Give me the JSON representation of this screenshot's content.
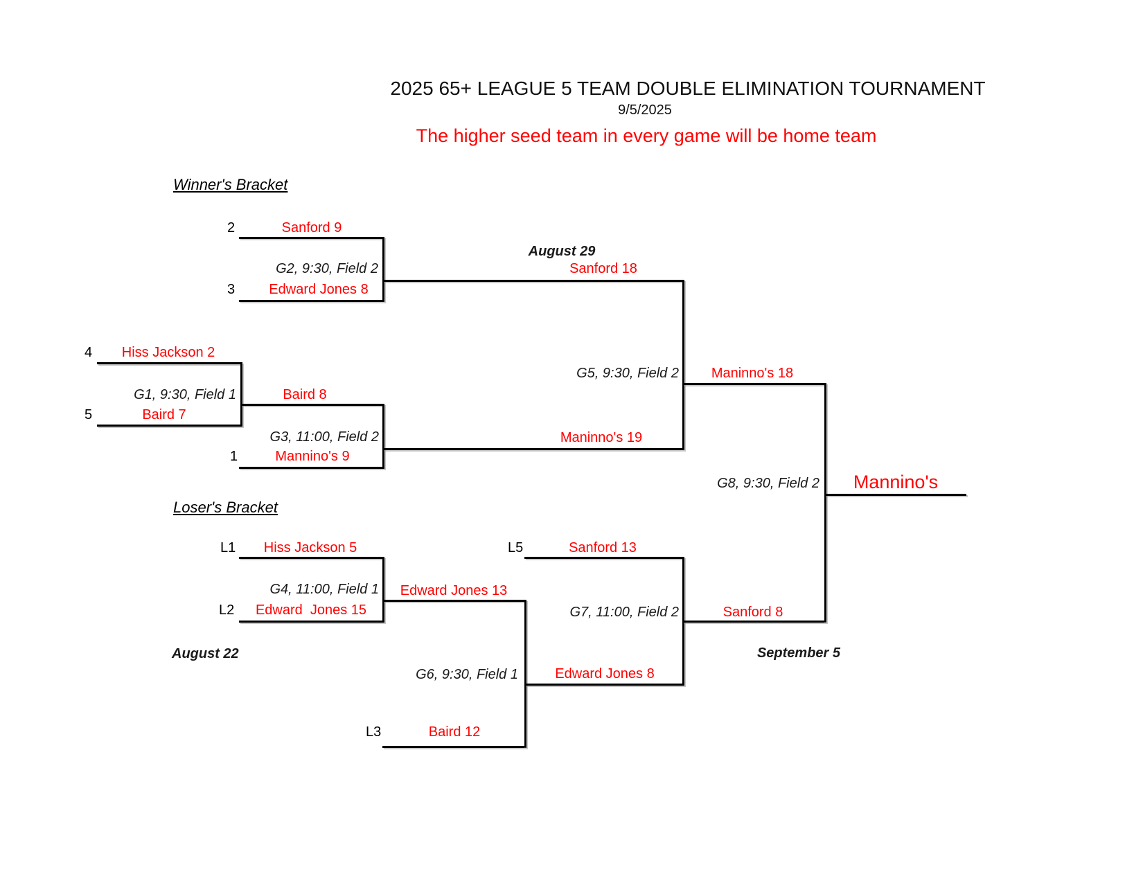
{
  "header": {
    "title": "2025 65+ LEAGUE 5 TEAM DOUBLE ELIMINATION TOURNAMENT",
    "date": "9/5/2025",
    "subtitle": "The higher seed team in every game will be home team"
  },
  "colors": {
    "team_text": "#ff0000",
    "line": "#000000"
  },
  "winners": {
    "heading": "Winner's Bracket",
    "g2": {
      "top_seed": "2",
      "top_team": "Sanford 9",
      "label": "G2, 9:30, Field 2",
      "bottom_seed": "3",
      "bottom_team": "Edward Jones 8",
      "date_note": "August 29",
      "winner": "Sanford 18"
    },
    "g1": {
      "top_seed": "4",
      "top_team": "Hiss Jackson 2",
      "label": "G1, 9:30, Field 1",
      "bottom_seed": "5",
      "bottom_team": "Baird 7",
      "winner": "Baird 8"
    },
    "g3": {
      "label": "G3, 11:00, Field 2",
      "bottom_seed": "1",
      "bottom_team": "Mannino's 9",
      "winner": "Maninno's 19"
    },
    "g5": {
      "label": "G5, 9:30, Field 2",
      "winner": "Maninno's 18"
    }
  },
  "losers": {
    "heading": "Loser's Bracket",
    "date_note": "August 22",
    "g4": {
      "top_seed": "L1",
      "top_team": "Hiss Jackson 5",
      "label": "G4, 11:00, Field 1",
      "bottom_seed": "L2",
      "bottom_team": "Edward  Jones 15",
      "winner": "Edward Jones 13"
    },
    "g6": {
      "label": "G6, 9:30, Field 1",
      "bottom_seed": "L3",
      "bottom_team": "Baird 12",
      "winner": "Edward Jones 8"
    },
    "g7": {
      "top_seed": "L5",
      "top_team": "Sanford 13",
      "label": "G7, 11:00, Field 2",
      "winner": "Sanford 8",
      "date_note": "September 5"
    }
  },
  "final": {
    "label": "G8, 9:30, Field 2",
    "champion": "Mannino's"
  }
}
